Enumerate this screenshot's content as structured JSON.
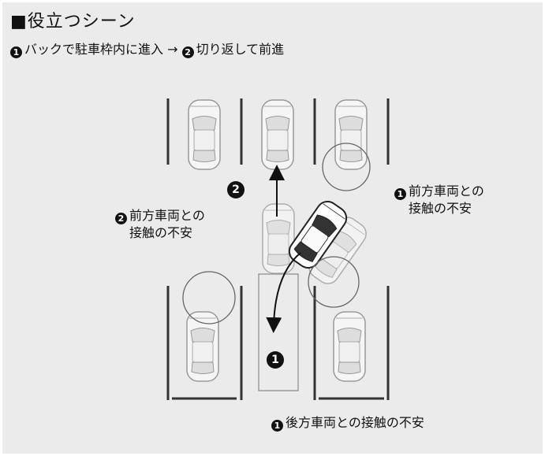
{
  "title": "■役立つシーン",
  "subtitle": {
    "step1_marker": "1",
    "step1_text": "バックで駐車枠内に進入",
    "arrow": "→",
    "step2_marker": "2",
    "step2_text": "切り返して前進"
  },
  "callouts": {
    "front_right": {
      "marker": "1",
      "line1": "前方車両との",
      "line2": "接触の不安"
    },
    "front_left": {
      "marker": "2",
      "line1": "前方車両との",
      "line2": "接触の不安"
    },
    "rear": {
      "marker": "1",
      "text": "後方車両との接触の不安"
    }
  },
  "diagram_markers": {
    "forward": "2",
    "reverse": "1"
  },
  "colors": {
    "panel": "#ebebeb",
    "line": "#333333",
    "car_fill": "#f5f5f5",
    "car_stroke": "#999999",
    "marker": "#111111"
  }
}
